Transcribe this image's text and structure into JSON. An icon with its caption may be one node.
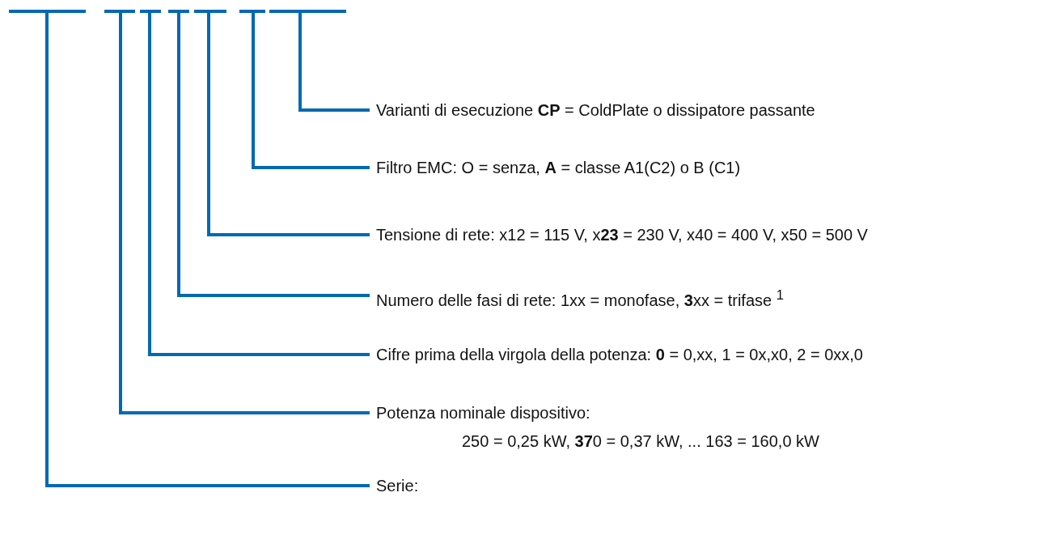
{
  "diagram": {
    "nodes": [
      {
        "text": [],
        "shape": "bar"
      },
      {
        "text": [],
        "shape": "bar"
      },
      {
        "text": [],
        "shape": "bar"
      },
      {
        "text": [],
        "shape": "bar"
      },
      {
        "text": [],
        "shape": "bar"
      },
      {
        "text": [],
        "shape": "bar"
      },
      {
        "text": [],
        "shape": "bar"
      },
      {
        "text": [
          "Varianti di esecuzione **CP** = ColdPlate o dissipatore passante"
        ]
      },
      {
        "text": [
          "Filtro EMC: O = senza, **A** = classe A1(C2) o B (C1)"
        ]
      },
      {
        "text": [
          "Tensione di rete: x12 = 115 V, x**23** = 230 V, x40 = 400 V, x50 = 500 V"
        ]
      },
      {
        "text": [
          "Numero delle fasi di rete: 1xx = monofase, **3**xx = trifase $^{1}$"
        ]
      },
      {
        "text": [
          "Cifre prima della virgola della potenza: **0** = 0,xx, 1 = 0x,x0, 2 = 0xx,0"
        ]
      },
      {
        "text": [
          "Potenza nominale dispositivo:",
          "250 = 0,25 kW, **37**0 = 0,37 kW, ... 163 = 160,0 kW"
        ]
      },
      {
        "text": [
          "Serie:"
        ]
      }
    ],
    "edges": [
      {
        "from": 6,
        "to": 7,
        "arrow": "none"
      },
      {
        "from": 5,
        "to": 8,
        "arrow": "none"
      },
      {
        "from": 4,
        "to": 9,
        "arrow": "none"
      },
      {
        "from": 3,
        "to": 10,
        "arrow": "none"
      },
      {
        "from": 2,
        "to": 11,
        "arrow": "none"
      },
      {
        "from": 1,
        "to": 12,
        "arrow": "none"
      },
      {
        "from": 0,
        "to": 13,
        "arrow": "none"
      }
    ]
  }
}
